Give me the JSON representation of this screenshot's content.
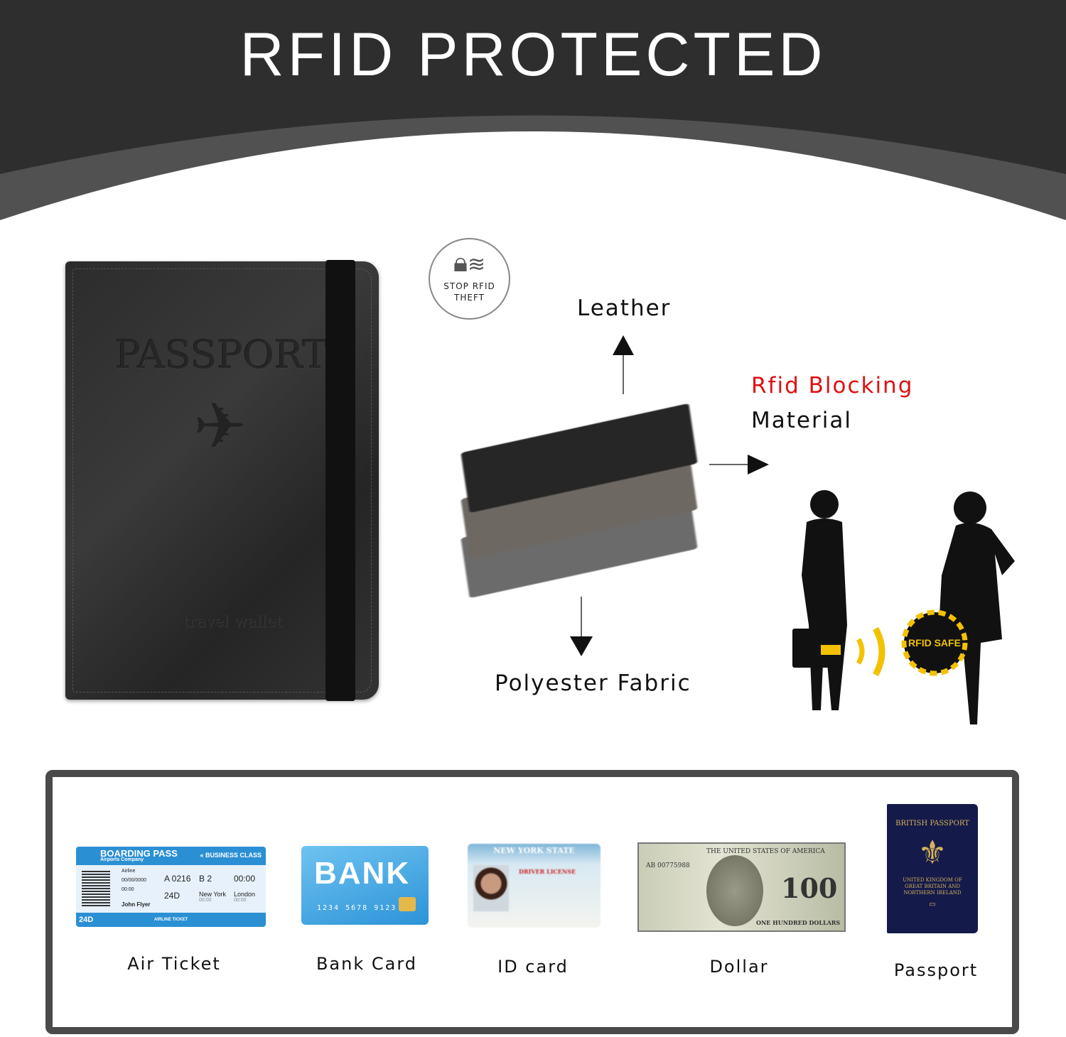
{
  "header": {
    "title": "RFID PROTECTED"
  },
  "badge": {
    "line1": "STOP RFID",
    "line2": "THEFT"
  },
  "wallet": {
    "emboss_title": "PASSPORT",
    "emboss_subtitle": "travel wallet"
  },
  "layers": {
    "top": "Leather",
    "middle_line1": "Rfid Blocking",
    "middle_line2": "Material",
    "bottom": "Polyester Fabric"
  },
  "illustration": {
    "bag_label": "RFID SAFE"
  },
  "items": [
    {
      "label": "Air Ticket"
    },
    {
      "label": "Bank Card"
    },
    {
      "label": "ID card"
    },
    {
      "label": "Dollar"
    },
    {
      "label": "Passport"
    }
  ],
  "ticket": {
    "title": "BOARDING PASS",
    "company": "Airports Company",
    "class": "« BUSINESS CLASS",
    "airline": "Airline",
    "date": "00/00/0000",
    "time": "00:00",
    "passenger": "John Flyer",
    "flight": "A 0216",
    "gate": "B 2",
    "gate_closes": "00:00",
    "seat": "24D",
    "from": "New York",
    "to": "London",
    "from_time": "00:00",
    "to_time": "00:00",
    "footer": "AIRLINE TICKET",
    "seat_stub": "24D"
  },
  "bank": {
    "name": "BANK",
    "number": "1234 5678 9123"
  },
  "id_card": {
    "state": "NEW YORK STATE",
    "type": "DRIVER LICENSE"
  },
  "dollar": {
    "header": "THE UNITED STATES OF AMERICA",
    "value": "100",
    "words": "ONE HUNDRED DOLLARS",
    "serial": "AB 00775988"
  },
  "passport": {
    "title": "BRITISH PASSPORT",
    "country": "UNITED KINGDOM OF GREAT BRITAIN AND NORTHERN IRELAND"
  },
  "colors": {
    "header_bg": "#2f2e2f",
    "accent_red": "#e01010",
    "frame": "#4a4a4a"
  }
}
